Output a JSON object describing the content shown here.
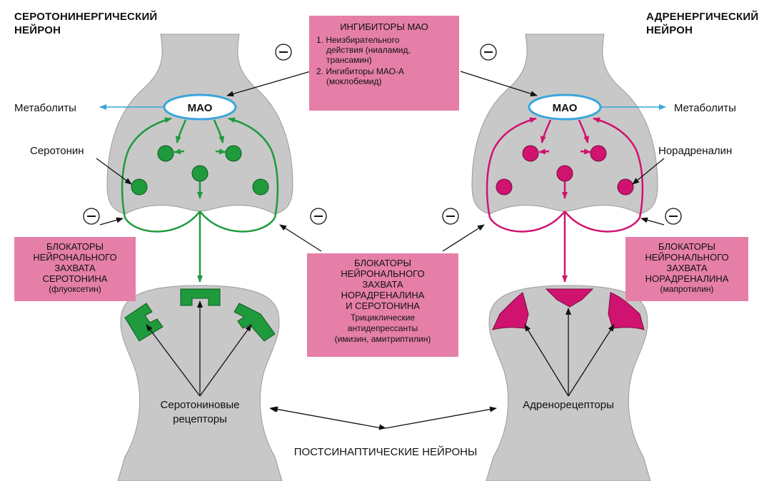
{
  "titles": {
    "left_line1": "СЕРОТОНИНЕРГИЧЕСКИЙ",
    "left_line2": "НЕЙРОН",
    "right_line1": "АДРЕНЕРГИЧЕСКИЙ",
    "right_line2": "НЕЙРОН"
  },
  "labels": {
    "metabolites_left": "Метаболиты",
    "metabolites_right": "Метаболиты",
    "mao_left": "МАО",
    "mao_right": "МАО",
    "serotonin": "Серотонин",
    "noradrenaline": "Норадреналин",
    "serotonin_receptors_line1": "Серотониновые",
    "serotonin_receptors_line2": "рецепторы",
    "adrenoreceptors": "Адренорецепторы",
    "postsynaptic": "ПОСТСИНАПТИЧЕСКИЕ НЕЙРОНЫ",
    "inhibit_symbol": "⊖"
  },
  "boxes": {
    "mao_inhibitors": {
      "title": "ИНГИБИТОРЫ МАО",
      "item1_line1": "1. Неизбирательного",
      "item1_line2": "действия (ниаламид,",
      "item1_line3": "трансамин)",
      "item2_line1": "2. Ингибиторы МАО-А",
      "item2_line2": "(моклобемид)"
    },
    "serotonin_blockers": {
      "line1": "БЛОКАТОРЫ",
      "line2": "НЕЙРОНАЛЬНОГО",
      "line3": "ЗАХВАТА",
      "line4": "СЕРОТОНИНА",
      "drug": "(флуоксетин)"
    },
    "dual_blockers": {
      "line1": "БЛОКАТОРЫ",
      "line2": "НЕЙРОНАЛЬНОГО",
      "line3": "ЗАХВАТА",
      "line4": "НОРАДРЕНАЛИНА",
      "line5": "И СЕРОТОНИНА",
      "sub1": "Трициклические",
      "sub2": "антидепрессанты",
      "sub3": "(имизин, амитриптилин)"
    },
    "noradrenaline_blockers": {
      "line1": "БЛОКАТОРЫ",
      "line2": "НЕЙРОНАЛЬНОГО",
      "line3": "ЗАХВАТА",
      "line4": "НОРАДРЕНАЛИНА",
      "drug": "(мапротилин)"
    }
  },
  "colors": {
    "neuron_gray": "#c8c8c8",
    "serotonin_green": "#1f9a3c",
    "noradrenaline_magenta": "#d0136f",
    "mao_blue": "#3aa6dc",
    "box_pink": "#e57fa8"
  }
}
